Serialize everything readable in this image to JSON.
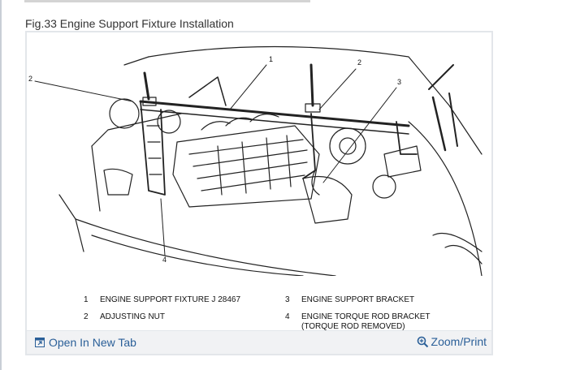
{
  "figure": {
    "title": "Fig.33 Engine Support Fixture Installation",
    "callouts": [
      "1",
      "2",
      "2",
      "3",
      "4"
    ],
    "legend": [
      {
        "num": "1",
        "lines": [
          "ENGINE SUPPORT FIXTURE J 28467"
        ]
      },
      {
        "num": "2",
        "lines": [
          "ADJUSTING NUT"
        ]
      },
      {
        "num": "3",
        "lines": [
          "ENGINE SUPPORT BRACKET"
        ]
      },
      {
        "num": "4",
        "lines": [
          "ENGINE TORQUE ROD BRACKET",
          "(TORQUE ROD REMOVED)"
        ]
      }
    ]
  },
  "footer": {
    "open_tab_label": "Open In New Tab",
    "open_tab_icon": "open-new-tab-icon",
    "zoom_label": "Zoom/Print",
    "zoom_icon": "magnifier-plus-icon"
  },
  "colors": {
    "link": "#2a5f98",
    "footer_bg": "#f1f2f4",
    "card_border": "#e3e6ea",
    "line_art": "#222222"
  }
}
